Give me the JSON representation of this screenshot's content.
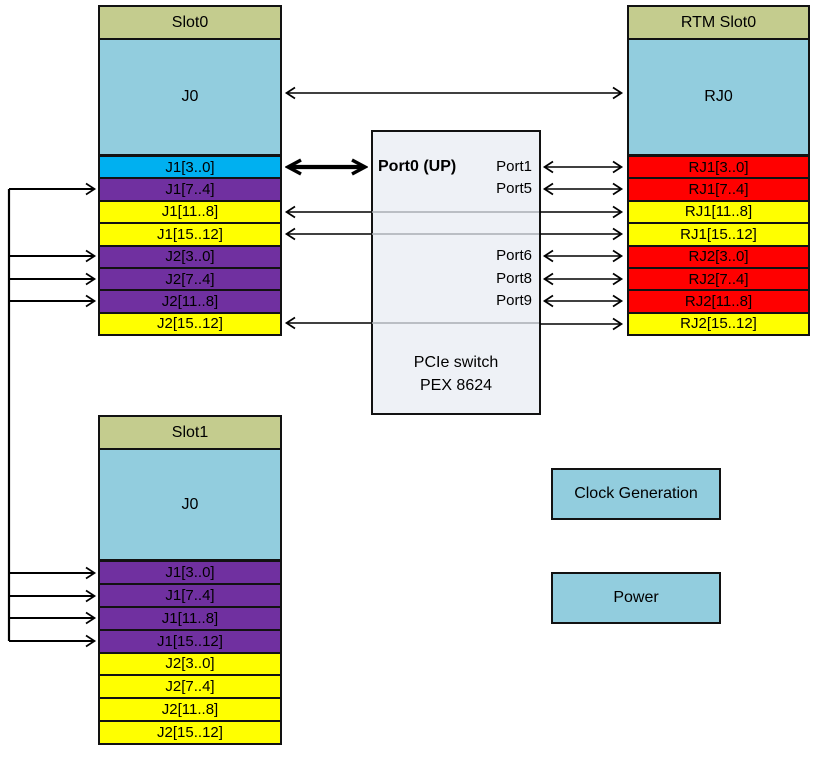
{
  "palette": {
    "header_olive": "#c4cc8e",
    "light_blue": "#92cdde",
    "bright_blue": "#00b0f0",
    "purple": "#7030a0",
    "yellow": "#ffff00",
    "red": "#ff0000",
    "switch_fill": "#eef1f6",
    "line_black": "#000000",
    "passthrough_gray": "#a9aeb4"
  },
  "slot0": {
    "title": "Slot0",
    "connector": "J0",
    "rows": [
      {
        "label": "J1[3..0]",
        "color": "#00b0f0"
      },
      {
        "label": "J1[7..4]",
        "color": "#7030a0"
      },
      {
        "label": "J1[11..8]",
        "color": "#ffff00"
      },
      {
        "label": "J1[15..12]",
        "color": "#ffff00"
      },
      {
        "label": "J2[3..0]",
        "color": "#7030a0"
      },
      {
        "label": "J2[7..4]",
        "color": "#7030a0"
      },
      {
        "label": "J2[11..8]",
        "color": "#7030a0"
      },
      {
        "label": "J2[15..12]",
        "color": "#ffff00"
      }
    ]
  },
  "rtm": {
    "title": "RTM Slot0",
    "connector": "RJ0",
    "rows": [
      {
        "label": "RJ1[3..0]",
        "color": "#ff0000"
      },
      {
        "label": "RJ1[7..4]",
        "color": "#ff0000"
      },
      {
        "label": "RJ1[11..8]",
        "color": "#ffff00"
      },
      {
        "label": "RJ1[15..12]",
        "color": "#ffff00"
      },
      {
        "label": "RJ2[3..0]",
        "color": "#ff0000"
      },
      {
        "label": "RJ2[7..4]",
        "color": "#ff0000"
      },
      {
        "label": "RJ2[11..8]",
        "color": "#ff0000"
      },
      {
        "label": "RJ2[15..12]",
        "color": "#ffff00"
      }
    ]
  },
  "slot1": {
    "title": "Slot1",
    "connector": "J0",
    "rows": [
      {
        "label": "J1[3..0]",
        "color": "#7030a0"
      },
      {
        "label": "J1[7..4]",
        "color": "#7030a0"
      },
      {
        "label": "J1[11..8]",
        "color": "#7030a0"
      },
      {
        "label": "J1[15..12]",
        "color": "#7030a0"
      },
      {
        "label": "J2[3..0]",
        "color": "#ffff00"
      },
      {
        "label": "J2[7..4]",
        "color": "#ffff00"
      },
      {
        "label": "J2[11..8]",
        "color": "#ffff00"
      },
      {
        "label": "J2[15..12]",
        "color": "#ffff00"
      }
    ]
  },
  "pcie_switch": {
    "uplink_port": "Port0 (UP)",
    "right_ports": [
      "Port1",
      "Port5",
      "Port6",
      "Port8",
      "Port9"
    ],
    "name_line1": "PCIe switch",
    "name_line2": "PEX 8624"
  },
  "clock_box": {
    "label": "Clock Generation"
  },
  "power_box": {
    "label": "Power"
  }
}
